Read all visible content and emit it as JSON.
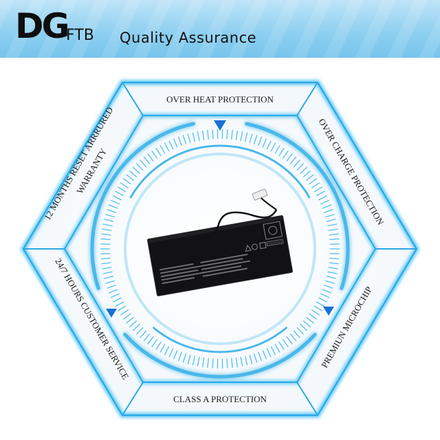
{
  "brand": {
    "logo_mark": "DG",
    "logo_suffix": "FTB",
    "tagline": "Quality Assurance"
  },
  "features": {
    "top": "OVER HEAT PROTECTION",
    "upper_right": "OVER CHARGE PROTECTION",
    "lower_right": "PREMIUN MICROCHIP",
    "bottom": "CLASS A PROTECTION",
    "lower_left": "24/7 HOURS CUSTOMER SERVICE",
    "upper_left_line1": "12 MONTHS RESET ARRRURED",
    "upper_left_line2": "WARRANTY"
  },
  "product": {
    "image_label": "laptop-battery"
  },
  "colors": {
    "accent": "#1a6fd6",
    "glow": "#39b8f0",
    "header_bg": "#8fd0f0"
  }
}
